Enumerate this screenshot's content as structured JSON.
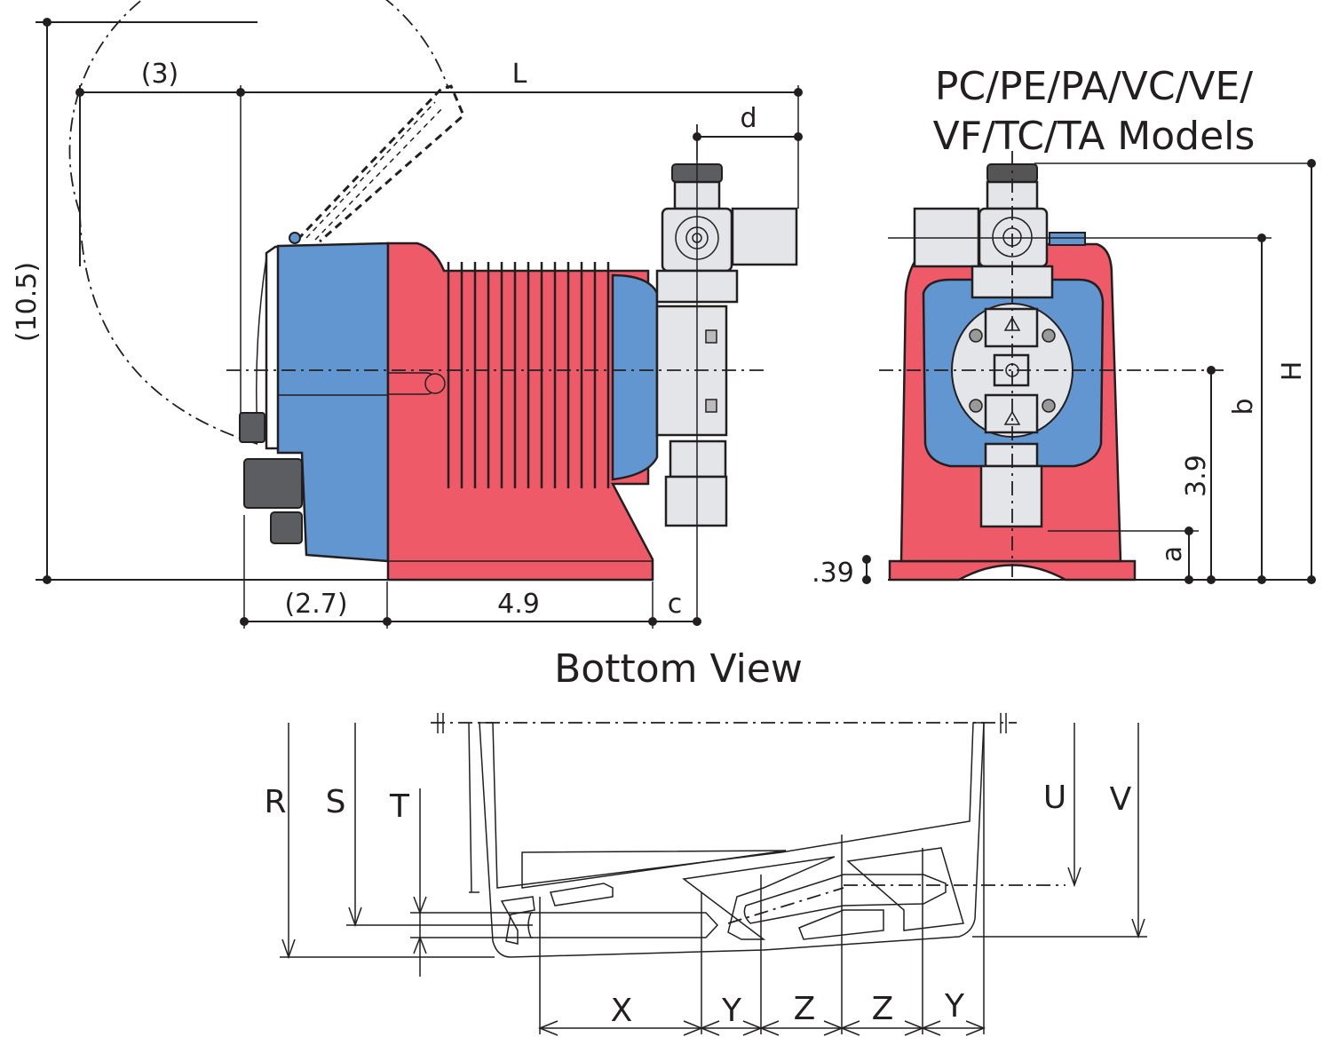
{
  "title": {
    "line1": "PC/PE/PA/VC/VE/",
    "line2": "VF/TC/TA Models"
  },
  "side_view": {
    "overall_height": "(10.5)",
    "lid_swing": "(3)",
    "length": "L",
    "discharge_offset": "d",
    "front_depth": "(2.7)",
    "base_length": "4.9",
    "suction_offset": "c"
  },
  "front_view": {
    "height": "H",
    "discharge_height": "b",
    "center_height": "3.9",
    "suction_height": "a",
    "base_thickness": ".39"
  },
  "bottom_view": {
    "heading": "Bottom View",
    "labels": {
      "R": "R",
      "S": "S",
      "T": "T",
      "U": "U",
      "V": "V",
      "X": "X",
      "Y1": "Y",
      "Z1": "Z",
      "Z2": "Z",
      "Y2": "Y"
    }
  },
  "colors": {
    "housing_blue": "#6196d0",
    "housing_red": "#ee5a68",
    "fitting_grey": "#e3e5e8",
    "connector_dark": "#5c5d60",
    "line": "#231f20"
  }
}
